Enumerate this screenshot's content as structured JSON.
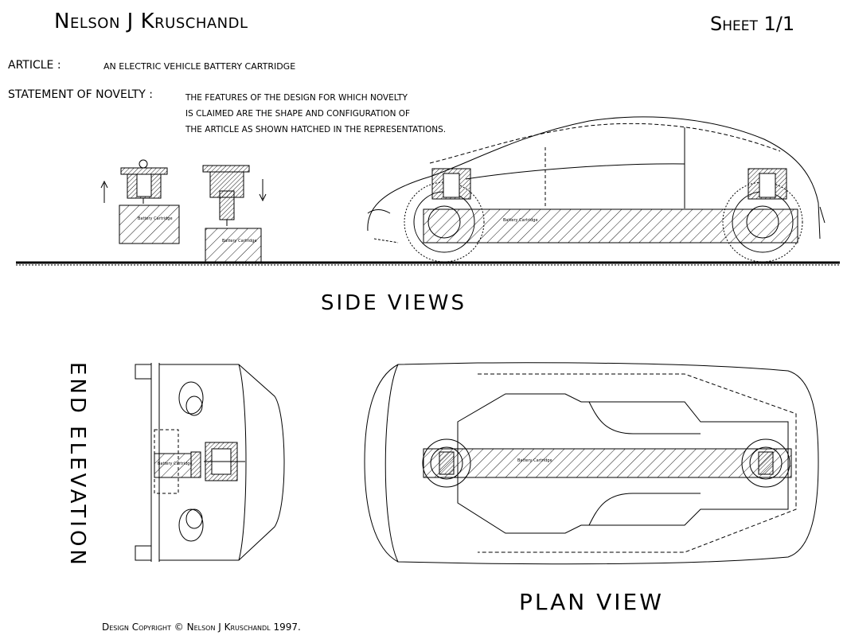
{
  "sheet": {
    "author": "Nelson J Kruschandl",
    "sheet_number": "Sheet 1/1"
  },
  "article": {
    "label": "ARTICLE :",
    "text": "An electric vehicle battery cartridge"
  },
  "novelty": {
    "label": "STATEMENT OF NOVELTY :",
    "lines": [
      "The features of the design for which novelty",
      "is claimed are the shape and configuration of",
      "the article as shown hatched in the representations."
    ]
  },
  "views": {
    "side": "SIDE VIEWS",
    "plan": "PLAN VIEW",
    "end": "END ELEVATION"
  },
  "cartridge_label": "Battery Cartridge",
  "copyright": "Design Copyright © Nelson J Kruschandl 1997."
}
